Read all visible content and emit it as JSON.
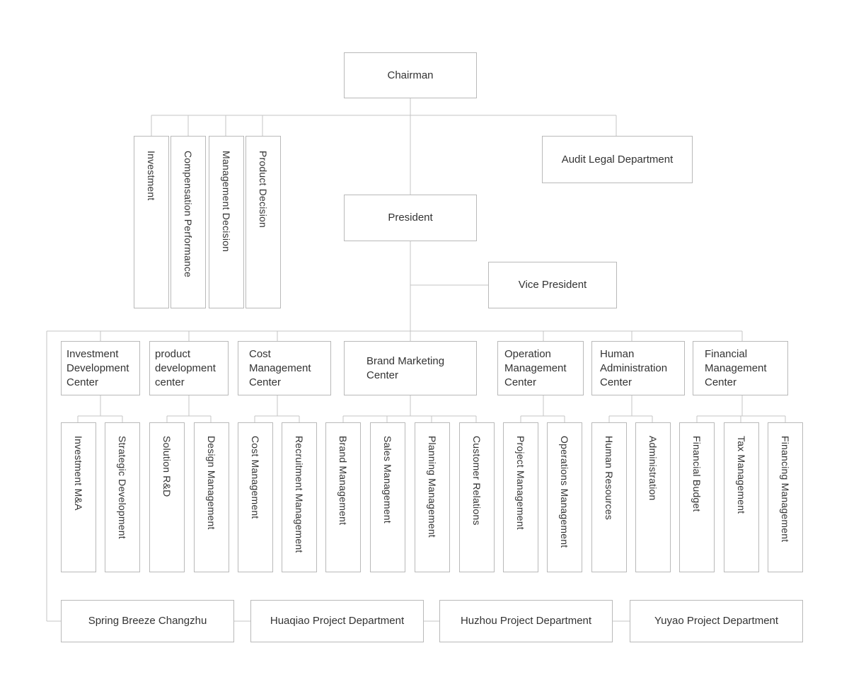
{
  "chairman": "Chairman",
  "committees": [
    "Investment",
    "Compensation Performance",
    "Management Decision",
    "Product Decision"
  ],
  "audit": "Audit Legal Department",
  "president": "President",
  "vice_president": "Vice President",
  "centers": [
    {
      "name": "Investment Development Center",
      "children": [
        "Investment M&A",
        "Strategic Development"
      ]
    },
    {
      "name": "product development center",
      "children": [
        "Solution R&D",
        "Design Management"
      ]
    },
    {
      "name": "Cost Management Center",
      "children": [
        "Cost Management",
        "Recruitment Management"
      ]
    },
    {
      "name": "Brand Marketing Center",
      "children": [
        "Brand Management",
        "Sales Management",
        "Planning Management",
        "Customer Relations"
      ]
    },
    {
      "name": "Operation Management Center",
      "children": [
        "Project Management",
        "Operations Management"
      ]
    },
    {
      "name": "Human Administration Center",
      "children": [
        "Human Resources",
        "Administration"
      ]
    },
    {
      "name": "Financial Management Center",
      "children": [
        "Financial Budget",
        "Tax Management",
        "Financing Management"
      ]
    }
  ],
  "projects": [
    "Spring Breeze Changzhu",
    "Huaqiao Project Department",
    "Huzhou Project Department",
    "Yuyao Project Department"
  ],
  "line_color": "#c4c4c4"
}
